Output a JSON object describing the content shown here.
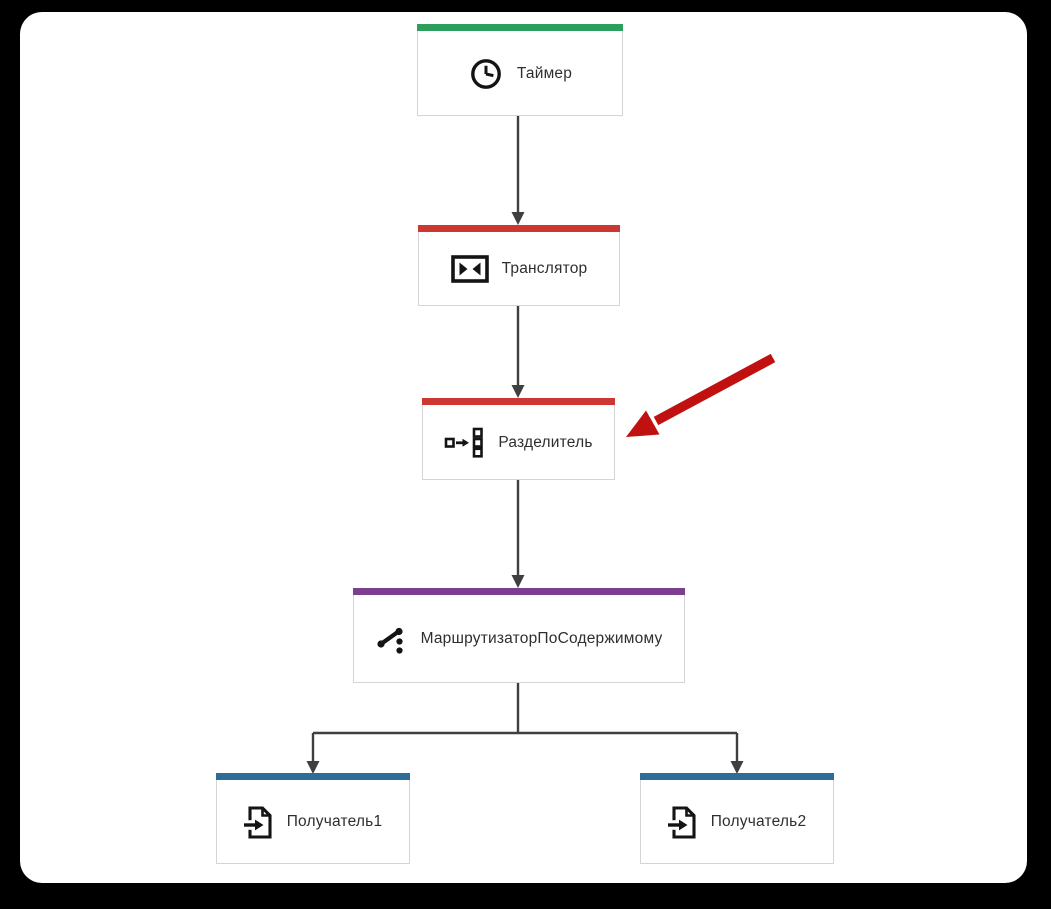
{
  "diagram": {
    "nodes": [
      {
        "id": "timer",
        "label": "Таймер",
        "icon": "clock-icon",
        "accent_color": "#2e9e5f"
      },
      {
        "id": "translator",
        "label": "Транслятор",
        "icon": "translator-icon",
        "accent_color": "#cd3732"
      },
      {
        "id": "splitter",
        "label": "Разделитель",
        "icon": "splitter-icon",
        "accent_color": "#cd3732"
      },
      {
        "id": "content-router",
        "label": "МаршрутизаторПоСодержимому",
        "icon": "content-based-router-icon",
        "accent_color": "#7a3f8e"
      },
      {
        "id": "receiver1",
        "label": "Получатель1",
        "icon": "document-receiver-icon",
        "accent_color": "#2d6d98"
      },
      {
        "id": "receiver2",
        "label": "Получатель2",
        "icon": "document-receiver-icon",
        "accent_color": "#2d6d98"
      }
    ],
    "edges": [
      {
        "from": "timer",
        "to": "translator"
      },
      {
        "from": "translator",
        "to": "splitter"
      },
      {
        "from": "splitter",
        "to": "content-router"
      },
      {
        "from": "content-router",
        "to": "receiver1"
      },
      {
        "from": "content-router",
        "to": "receiver2"
      }
    ],
    "annotation": {
      "name": "red-arrow",
      "points_to": "splitter",
      "color": "#c01010"
    },
    "colors": {
      "connector": "#3f3f3f",
      "node_border": "#d5d5d5",
      "node_background": "#ffffff",
      "canvas_background": "#ffffff",
      "frame_background": "#000000",
      "label_text": "#2f2f2f",
      "icon": "#141414"
    }
  }
}
